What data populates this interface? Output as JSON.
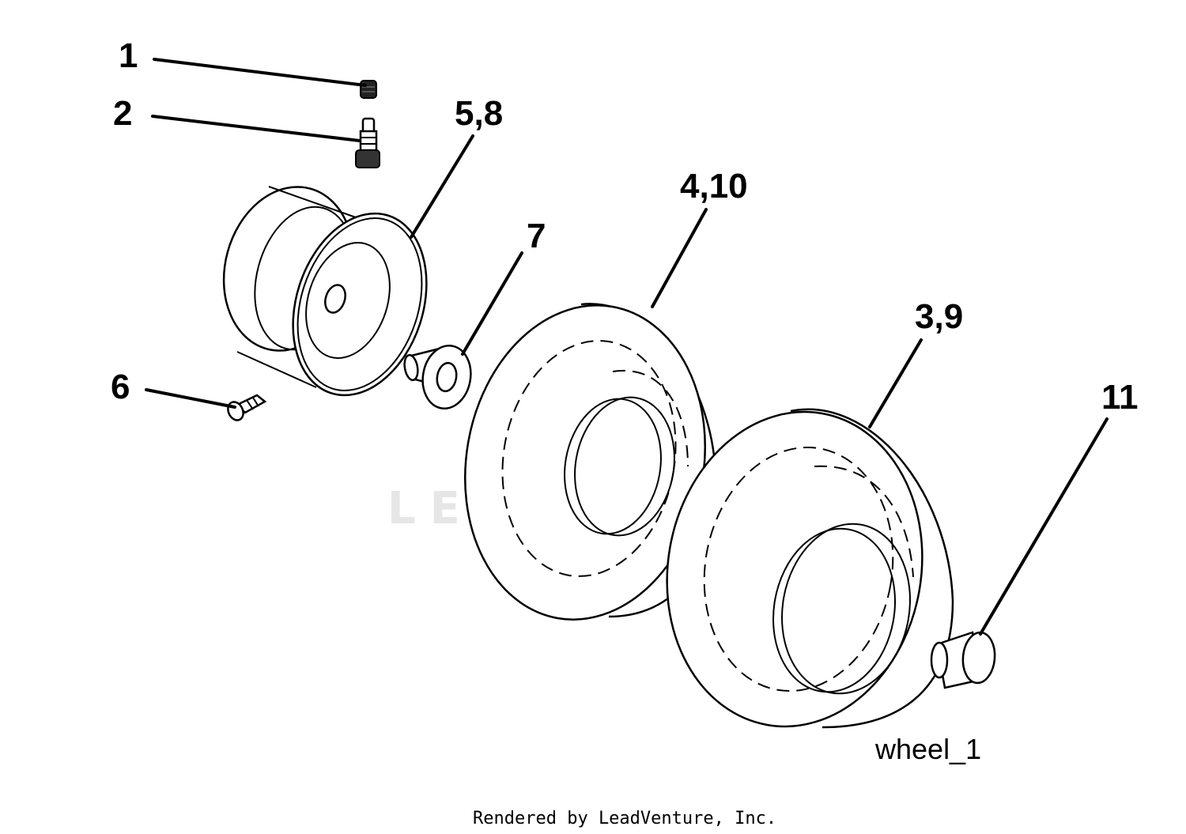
{
  "callouts": {
    "c1": "1",
    "c2": "2",
    "c5_8": "5,8",
    "c4_10": "4,10",
    "c7": "7",
    "c3_9": "3,9",
    "c6": "6",
    "c11": "11"
  },
  "figure_id": "wheel_1",
  "footer": "Rendered by LeadVenture, Inc.",
  "watermark": "LEADVENTURE",
  "colors": {
    "ink": "#000000",
    "paper": "#ffffff",
    "watermark": "#e6e6e6"
  }
}
